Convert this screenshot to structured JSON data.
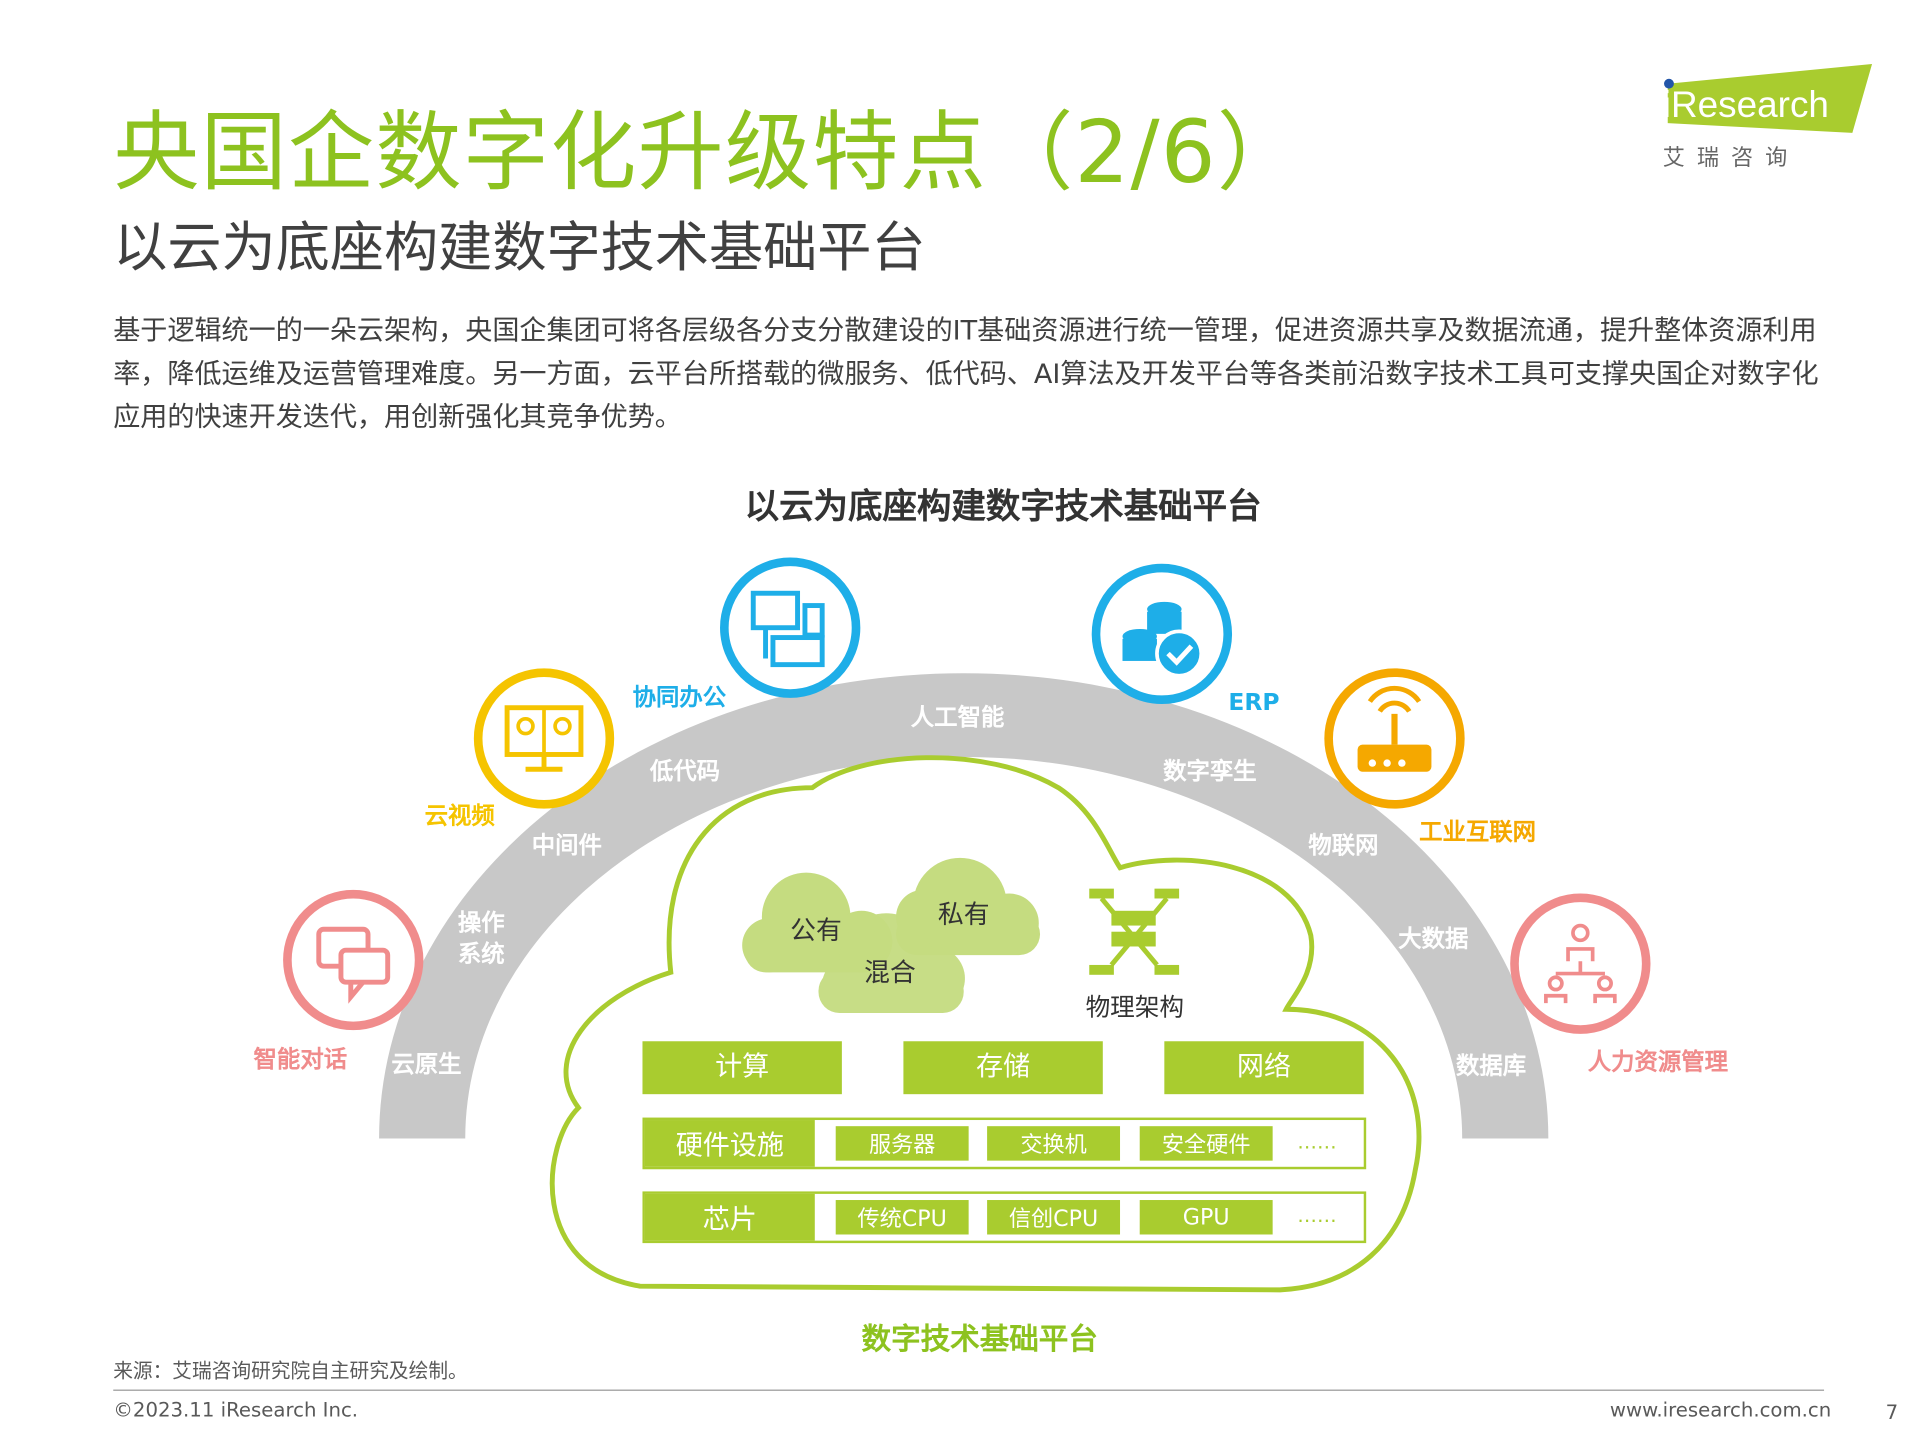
{
  "header": {
    "title": "央国企数字化升级特点（2/6）",
    "subtitle": "以云为底座构建数字技术基础平台"
  },
  "logo": {
    "brand": "iResearch",
    "cn": "艾 瑞 咨 询"
  },
  "body_text": "基于逻辑统一的一朵云架构，央国企集团可将各层级各分支分散建设的IT基础资源进行统一管理，促进资源共享及数据流通，提升整体资源利用率，降低运维及运营管理难度。另一方面，云平台所搭载的微服务、低代码、AI算法及开发平台等各类前沿数字技术工具可支撑央国企对数字化应用的快速开发迭代，用创新强化其竞争优势。",
  "diagram": {
    "title": "以云为底座构建数字技术基础平台",
    "arc_labels": [
      "云原生",
      "操作\n系统",
      "中间件",
      "低代码",
      "人工智能",
      "数字孪生",
      "物联网",
      "大数据",
      "数据库"
    ],
    "apps": [
      {
        "label": "智能对话",
        "icon": "chat-icon",
        "color": "#f08c8c"
      },
      {
        "label": "云视频",
        "icon": "video-conference-icon",
        "color": "#f5c400"
      },
      {
        "label": "协同办公",
        "icon": "devices-icon",
        "color": "#1eaee8"
      },
      {
        "label": "ERP",
        "icon": "database-check-icon",
        "color": "#1eaee8"
      },
      {
        "label": "工业互联网",
        "icon": "router-icon",
        "color": "#f5a800"
      },
      {
        "label": "人力资源管理",
        "icon": "org-chart-icon",
        "color": "#f08c8c"
      }
    ],
    "clouds": {
      "public": "公有",
      "private": "私有",
      "hybrid": "混合",
      "physical": "物理架构"
    },
    "core": [
      "计算",
      "存储",
      "网络"
    ],
    "hardware": {
      "label": "硬件设施",
      "items": [
        "服务器",
        "交换机",
        "安全硬件",
        "……"
      ]
    },
    "chips": {
      "label": "芯片",
      "items": [
        "传统CPU",
        "信创CPU",
        "GPU",
        "……"
      ]
    },
    "platform_label": "数字技术基础平台"
  },
  "footer": {
    "source": "来源：艾瑞咨询研究院自主研究及绘制。",
    "copyright": "©2023.11 iResearch Inc.",
    "website": "www.iresearch.com.cn",
    "page": "7"
  }
}
